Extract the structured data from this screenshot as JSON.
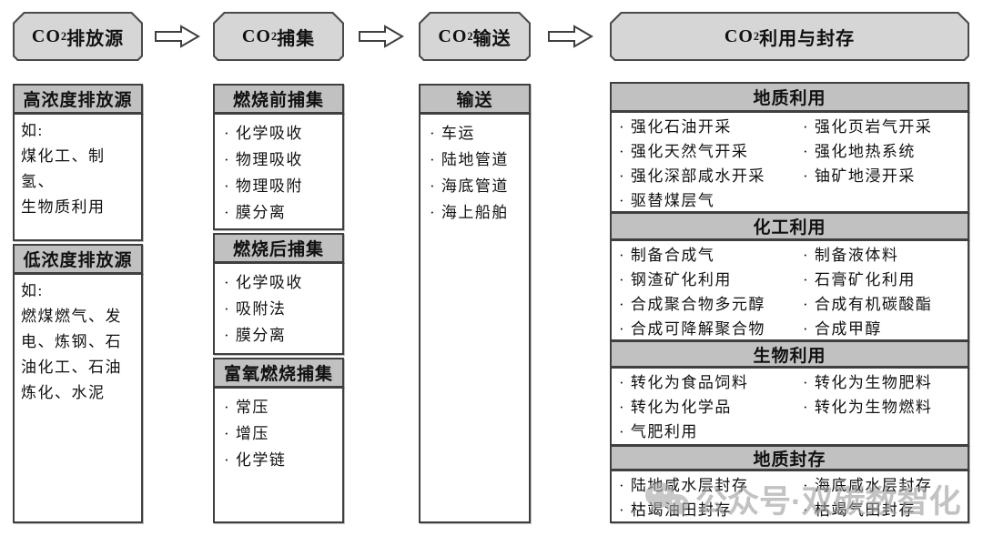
{
  "stages": [
    {
      "prefix": "CO",
      "sub": "2",
      "suffix": "排放源"
    },
    {
      "prefix": "CO",
      "sub": "2",
      "suffix": "捕集"
    },
    {
      "prefix": "CO",
      "sub": "2",
      "suffix": "输送"
    },
    {
      "prefix": "CO",
      "sub": "2",
      "suffix": "利用与封存"
    }
  ],
  "columns": [
    {
      "sections": [
        {
          "title": "高浓度排放源",
          "paragraph": "如:\n煤化工、制氢、\n生物质利用"
        },
        {
          "title": "低浓度排放源",
          "paragraph": "如:\n燃煤燃气、发\n电、炼钢、石\n油化工、石油\n炼化、水泥"
        }
      ]
    },
    {
      "sections": [
        {
          "title": "燃烧前捕集",
          "items": [
            "· 化学吸收",
            "· 物理吸收",
            "· 物理吸附",
            "· 膜分离"
          ]
        },
        {
          "title": "燃烧后捕集",
          "items": [
            "· 化学吸收",
            "· 吸附法",
            "· 膜分离"
          ]
        },
        {
          "title": "富氧燃烧捕集",
          "items": [
            "· 常压",
            "· 增压",
            "· 化学链"
          ]
        }
      ]
    },
    {
      "sections": [
        {
          "title": "输送",
          "items": [
            "· 车运",
            "· 陆地管道",
            "· 海底管道",
            "· 海上船舶"
          ]
        }
      ]
    },
    {
      "sections": [
        {
          "title": "地质利用",
          "left": [
            "· 强化石油开采",
            "· 强化天然气开采",
            "· 强化深部咸水开采",
            "· 驱替煤层气"
          ],
          "right": [
            "· 强化页岩气开采",
            "· 强化地热系统",
            "· 铀矿地浸开采"
          ]
        },
        {
          "title": "化工利用",
          "left": [
            "· 制备合成气",
            "· 钢渣矿化利用",
            "· 合成聚合物多元醇",
            "· 合成可降解聚合物"
          ],
          "right": [
            "· 制备液体料",
            "· 石膏矿化利用",
            "· 合成有机碳酸酯",
            "· 合成甲醇"
          ]
        },
        {
          "title": "生物利用",
          "left": [
            "· 转化为食品饲料",
            "· 转化为化学品",
            "· 气肥利用"
          ],
          "right": [
            "· 转化为生物肥料",
            "· 转化为生物燃料"
          ]
        },
        {
          "title": "地质封存",
          "left": [
            "· 陆地咸水层封存",
            "· 枯竭油田封存"
          ],
          "right": [
            "· 海底咸水层封存",
            "· 枯竭气田封存"
          ]
        }
      ]
    }
  ],
  "watermark": {
    "text": "公众号·双碳数智化"
  },
  "colors": {
    "stage_fill": "#d6d6d6",
    "section_title_fill": "#c1c1c1",
    "body_fill": "#ffffff",
    "border": "#3f3f3f",
    "watermark": "#9e9e9e"
  }
}
